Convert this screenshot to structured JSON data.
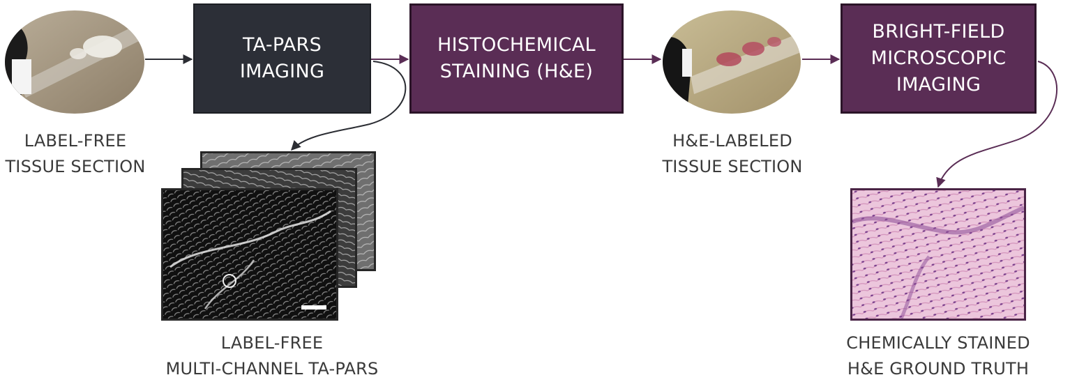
{
  "steps": {
    "ta_pars_imaging": "TA-PARS\nIMAGING",
    "histochemical_staining": "HISTOCHEMICAL\nSTAINING (H&E)",
    "bright_field_imaging": "BRIGHT-FIELD\nMICROSCOPIC\nIMAGING"
  },
  "labels": {
    "label_free_tissue": "LABEL-FREE\nTISSUE SECTION",
    "he_labeled_tissue": "H&E-LABELED\nTISSUE SECTION",
    "multi_channel_ta_pars": "LABEL-FREE\nMULTI-CHANNEL TA-PARS",
    "ground_truth": "CHEMICALLY STAINED\nH&E GROUND TRUTH"
  },
  "colors": {
    "dark_box": "#2c2f37",
    "purple_box": "#5a2d55",
    "dark_arrow": "#2b2d33",
    "purple_arrow": "#5a2d55"
  }
}
